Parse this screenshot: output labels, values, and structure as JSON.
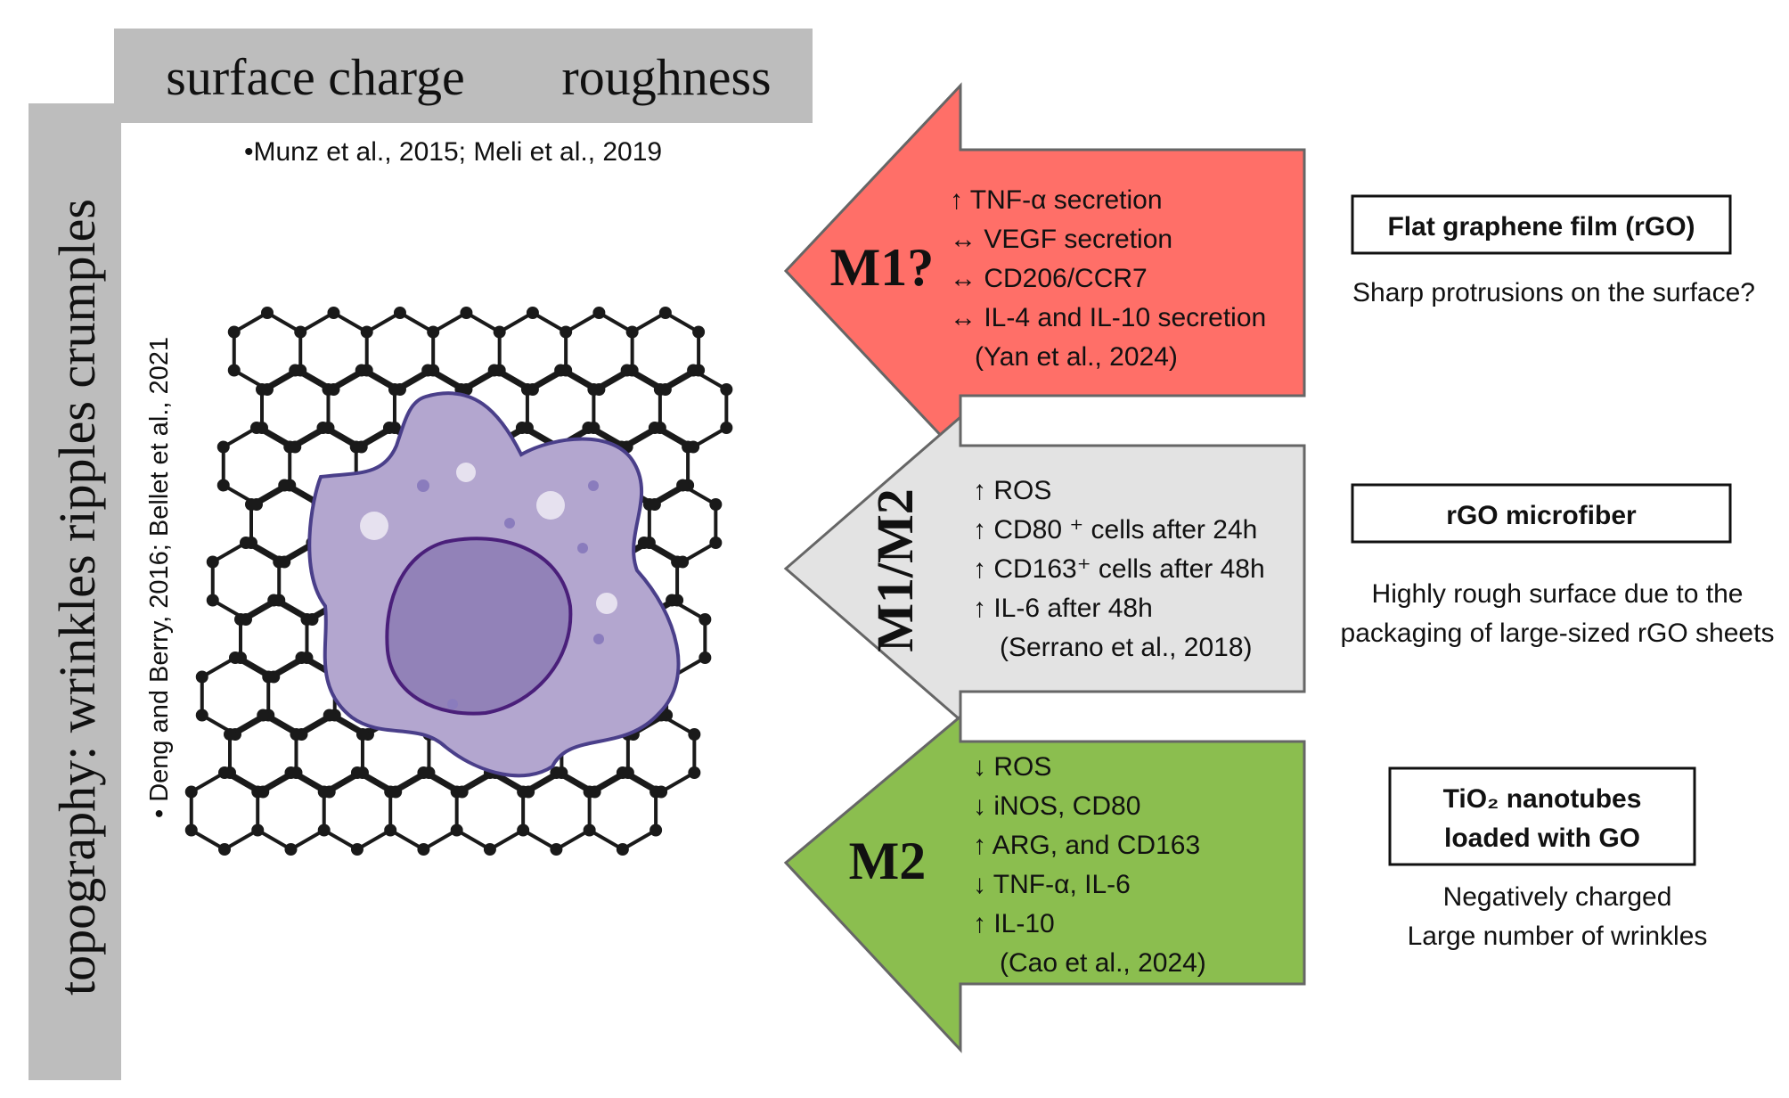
{
  "top_bar": {
    "label_1": "surface charge",
    "label_2": "roughness",
    "reference": "•Munz et al., 2015; Meli et al., 2019"
  },
  "side_bar": {
    "label": "topography:  wrinkles  ripples  crumples",
    "reference": "• Deng and Berry, 2016; Bellet et al., 2021"
  },
  "arrows": [
    {
      "title": "M1?",
      "color": "#ff6f68",
      "lines": [
        "↑ TNF-α secretion",
        "↔ VEGF secretion",
        "↔ CD206/CCR7",
        "↔ IL-4 and IL-10 secretion",
        "(Yan et al., 2024)"
      ]
    },
    {
      "title": "M1/M2",
      "color": "#e3e3e3",
      "lines": [
        "↑ ROS",
        "↑ CD80 ⁺ cells after 24h",
        "↑ CD163⁺ cells after 48h",
        "↑ IL-6 after 48h",
        "(Serrano et al., 2018)"
      ]
    },
    {
      "title": "M2",
      "color": "#8bbe4f",
      "lines": [
        "↓ ROS",
        "↓ iNOS, CD80",
        "↑ ARG, and CD163",
        "↓ TNF-α, IL-6",
        "↑ IL-10",
        "(Cao et al., 2024)"
      ]
    }
  ],
  "materials": [
    {
      "box_lines": [
        "Flat graphene film (rGO)"
      ],
      "description": [
        "Sharp protrusions on the surface?"
      ]
    },
    {
      "box_lines": [
        "rGO microfiber"
      ],
      "description": [
        "Highly rough surface due to the",
        "packaging of large-sized rGO sheets"
      ]
    },
    {
      "box_lines": [
        "TiO₂ nanotubes",
        "loaded with GO"
      ],
      "description": [
        "Negatively charged",
        "Large number of wrinkles"
      ]
    }
  ],
  "colors": {
    "header_gray": "#bdbdbd",
    "lattice": "#1a1a1a",
    "cell_body": "#b3a6cf",
    "cell_nucleus": "#9282b8",
    "cell_outline": "#4a3f8a"
  }
}
